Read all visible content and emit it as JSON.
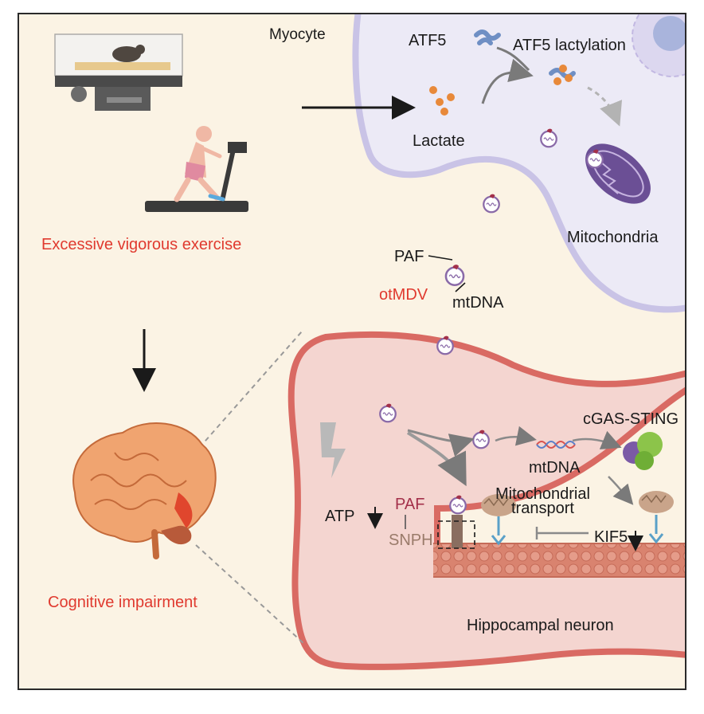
{
  "labels": {
    "myocyte": "Myocyte",
    "atf5": "ATF5",
    "atf5_lactylation": "ATF5 lactylation",
    "lactate": "Lactate",
    "mitochondria": "Mitochondria",
    "excessive_exercise": "Excessive vigorous exercise",
    "paf_top": "PAF",
    "otmdv": "otMDV",
    "mtdna_top": "mtDNA",
    "cognitive_impairment": "Cognitive impairment",
    "cgas_sting": "cGAS-STING",
    "mtdna_neuron": "mtDNA",
    "mito_transport_line1": "Mitochondrial",
    "mito_transport_line2": "transport",
    "atp": "ATP",
    "paf_neuron": "PAF",
    "snph": "SNPH",
    "kif5": "KIF5",
    "hippocampal_neuron": "Hippocampal neuron"
  },
  "colors": {
    "background": "#fbf3e4",
    "accent_red": "#e03a2f",
    "myocyte_fill": "#eceaf6",
    "myocyte_border": "#c9c3e6",
    "neuron_fill": "#f4d5d0",
    "neuron_border": "#d96a63",
    "mitochondria": "#6b4f95",
    "lactate": "#e8893a",
    "atf5": "#6f8fc4",
    "paf": "#a3304a",
    "snph": "#9a7b6a"
  }
}
